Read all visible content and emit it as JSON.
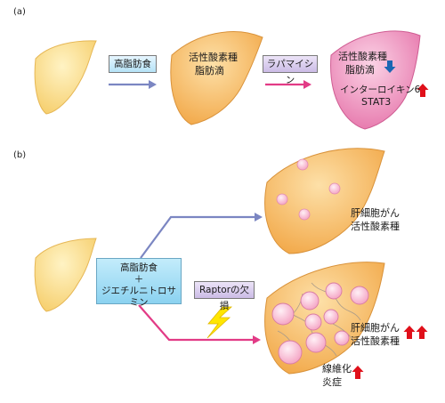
{
  "panel_a": {
    "label": "(a)",
    "tag_high_fat": "高脂肪食",
    "tag_rapamycin": "ラパマイシン",
    "liver2_line1": "活性酸素種",
    "liver2_line2": "脂肪滴",
    "liver3_line1": "活性酸素種",
    "liver3_line2": "脂肪滴",
    "liver3_line3": "インターロイキン6",
    "liver3_line4": "STAT3"
  },
  "panel_b": {
    "label": "(b)",
    "box_line1": "高脂肪食",
    "box_line2": "＋",
    "box_line3": "ジエチルニトロサミン",
    "tag_raptor": "Raptorの欠損",
    "top_line1": "肝細胞がん",
    "top_line2": "活性酸素種",
    "bottom_line1": "肝細胞がん",
    "bottom_line2": "活性酸素種",
    "bottom_line3": "線維化",
    "bottom_line4": "炎症"
  },
  "colors": {
    "liver_pale": "#fde39b",
    "liver_orange": "#f9bf6a",
    "liver_pink": "#f08cb9",
    "arrow_blue": "#7b86c2",
    "arrow_pink": "#e23b86",
    "up_red": "#e0101a",
    "down_blue": "#1b66b3",
    "lightning": "#ffe600"
  }
}
